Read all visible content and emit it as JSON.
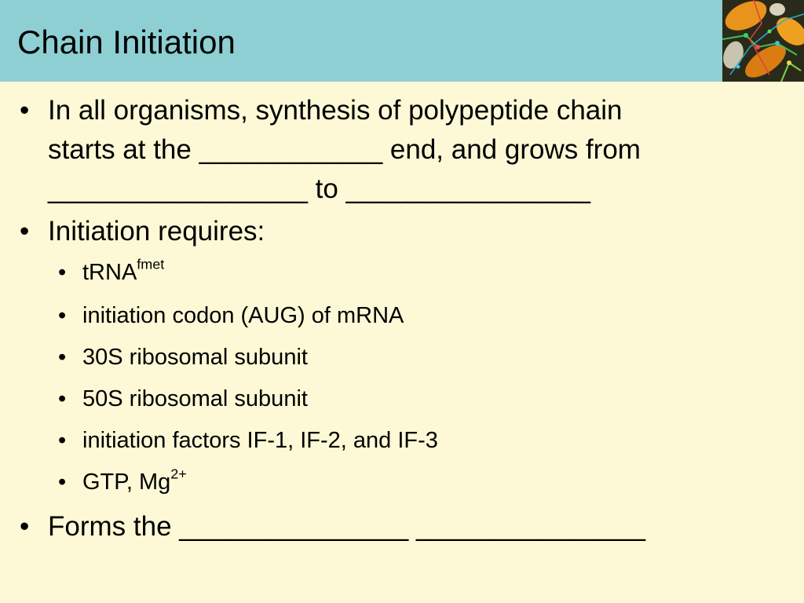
{
  "slide": {
    "title": "Chain Initiation",
    "bullet_char": "•",
    "bullets": [
      {
        "lines": [
          "In all organisms, synthesis of polypeptide chain",
          "starts at the ____________ end, and grows from",
          "_________________ to ________________"
        ]
      },
      {
        "text": "Initiation requires:"
      },
      {
        "text": "Forms the _______________ _______________"
      }
    ],
    "sub_bullets": [
      {
        "text": "tRNA",
        "sup": "fmet"
      },
      {
        "text": "initiation codon (AUG) of mRNA"
      },
      {
        "text": "30S ribosomal subunit"
      },
      {
        "text": "50S ribosomal subunit"
      },
      {
        "text": "initiation factors IF-1, IF-2, and IF-3"
      },
      {
        "text": "GTP, Mg",
        "sup": "2+"
      }
    ]
  },
  "colors": {
    "background": "#fdf9d6",
    "title_bar": "#8ecfd3",
    "text": "#000000"
  },
  "icons": {
    "corner_art": "molecular-structure-image"
  }
}
